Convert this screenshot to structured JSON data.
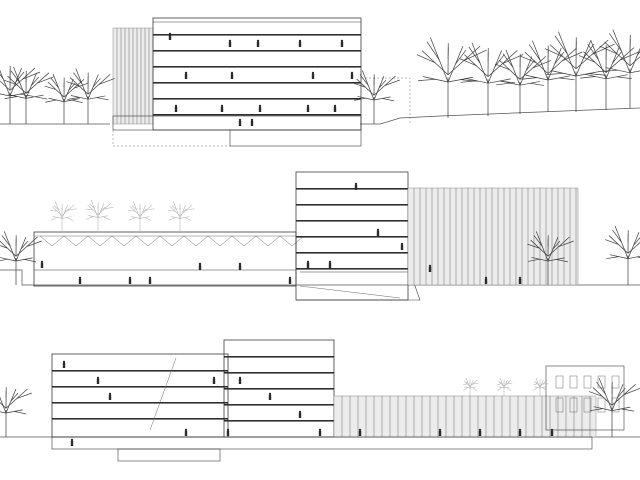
{
  "drawing": {
    "type": "architectural building sections",
    "sections": [
      {
        "id": "section-top",
        "floors": 7
      },
      {
        "id": "section-middle",
        "floors": 5
      },
      {
        "id": "section-bottom",
        "floors": 6
      }
    ]
  },
  "colors": {
    "background": "#ffffff",
    "line": "#3a3a3a",
    "facade_fill": "#ececec",
    "slab": "#2e2e2e",
    "light_tree": "#b5b5b5"
  }
}
